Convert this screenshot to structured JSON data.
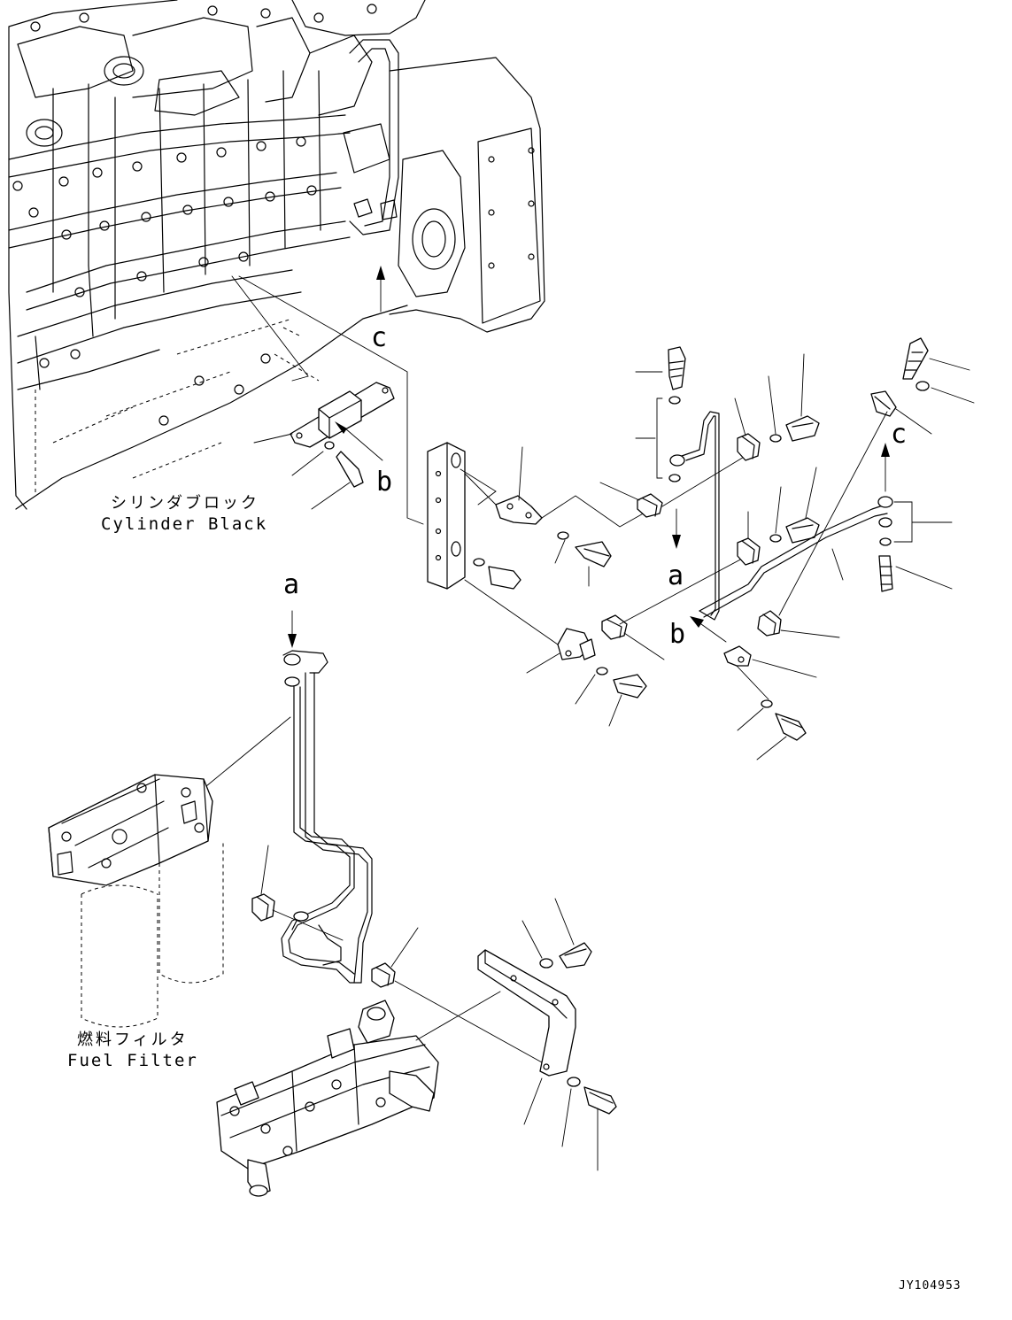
{
  "labels": {
    "cylinder_block_jp": "シリンダブロック",
    "cylinder_block_en": "Cylinder Black",
    "fuel_filter_jp": "燃料フィルタ",
    "fuel_filter_en": "Fuel Filter",
    "marker_a": "a",
    "marker_b": "b",
    "marker_c": "c",
    "drawing_code": "JY104953"
  },
  "colors": {
    "line": "#000000",
    "background": "#ffffff"
  }
}
